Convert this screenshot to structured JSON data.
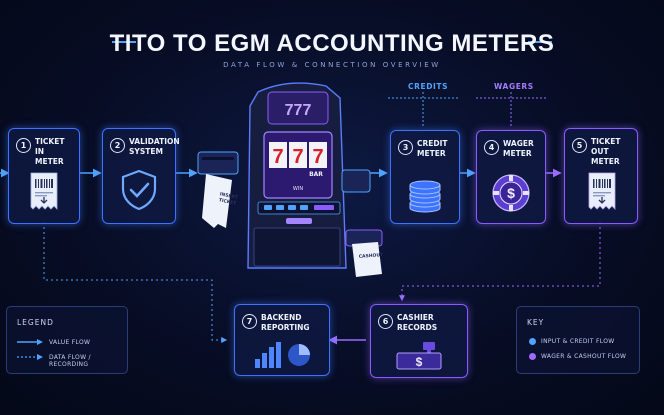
{
  "title": "TITO TO EGM ACCOUNTING METERS",
  "subtitle": "DATA FLOW & CONNECTION OVERVIEW",
  "nodes": [
    {
      "num": "1",
      "label": "TICKET IN\nMETER"
    },
    {
      "num": "2",
      "label": "VALIDATION\nSYSTEM"
    },
    {
      "num": "3",
      "label": "CREDIT\nMETER"
    },
    {
      "num": "4",
      "label": "WAGER\nMETER"
    },
    {
      "num": "5",
      "label": "TICKET OUT\nMETER"
    },
    {
      "num": "6",
      "label": "CASHIER\nRECORDS"
    },
    {
      "num": "7",
      "label": "BACKEND\nREPORTING"
    }
  ],
  "tags": {
    "credits": "CREDITS",
    "wagers": "WAGERS"
  },
  "machine": {
    "topper": "777",
    "reel_symbol": "7",
    "reel_bar": "BAR",
    "win": "WIN",
    "ticket_in_text": "INSERT\nTICKET",
    "cashout_text": "CASHOUT"
  },
  "cashier_symbol": "$",
  "chip_symbol": "$",
  "legend": {
    "title": "LEGEND",
    "value_flow": "VALUE FLOW",
    "data_flow": "DATA FLOW / RECORDING"
  },
  "key": {
    "title": "KEY",
    "input_credit": "INPUT & CREDIT FLOW",
    "wager_cashout": "WAGER & CASHOUT FLOW"
  },
  "colors": {
    "blue": "#3d73ff",
    "purple": "#8a5cff",
    "light_blue": "#4fa3ff",
    "background": "#070d25"
  }
}
